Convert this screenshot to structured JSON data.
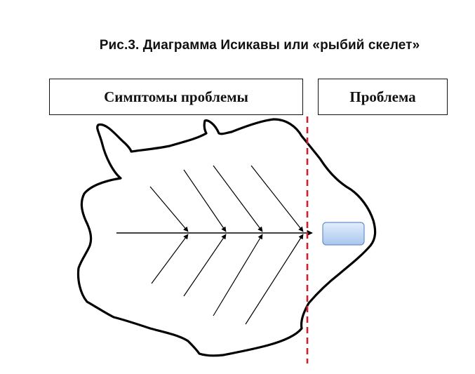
{
  "caption": "Рис.3. Диаграмма Исикавы или «рыбий скелет»",
  "labels": {
    "symptoms": "Симптомы проблемы",
    "problem": "Проблема"
  },
  "colors": {
    "outline": "#000000",
    "divider": "#d11f2e",
    "head_box_fill": "#c9dcf6",
    "head_box_stroke": "#6b8fc4"
  }
}
